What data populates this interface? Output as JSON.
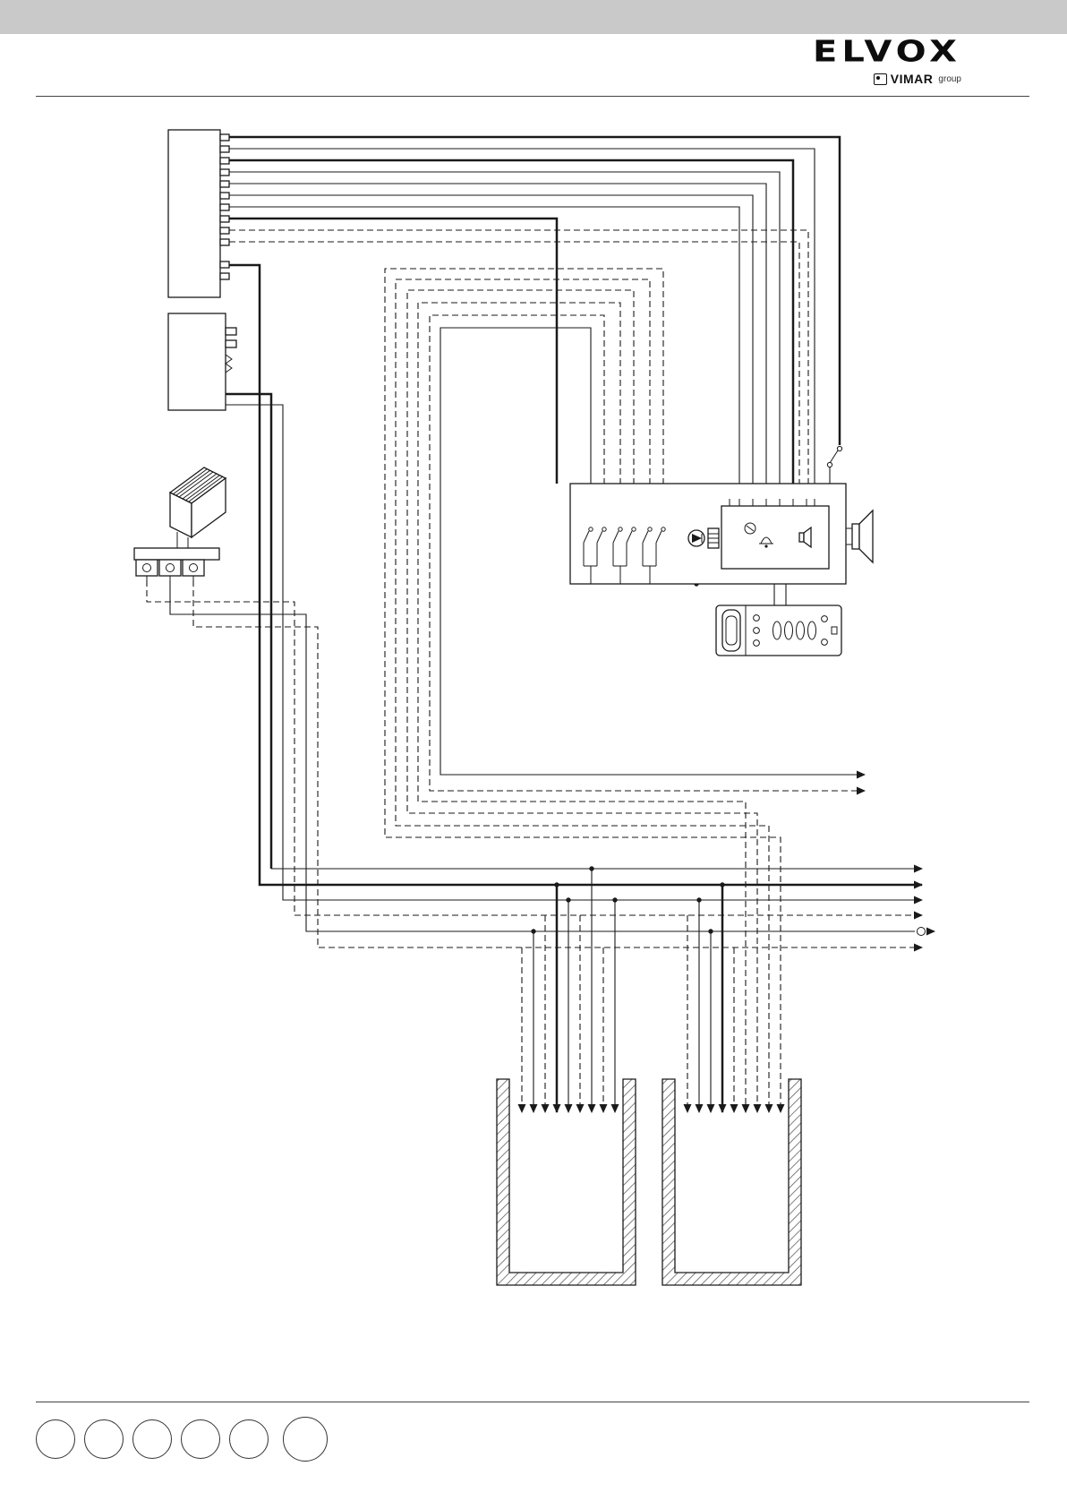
{
  "page": {
    "background": "#ffffff",
    "header_bar_color": "#c9c9c9",
    "line_color": "#1a1a1a"
  },
  "brand": {
    "logo_text": "ELVOX",
    "group_logo_text": "VIMAR",
    "group_suffix": "group"
  },
  "diagram": {
    "type": "wiring-diagram",
    "components": [
      "power-supply-unit",
      "auxiliary-power-unit",
      "relay-module-isometric",
      "terminal-strip",
      "entrance-panel",
      "call-button-switches",
      "led-indicator",
      "speaker-horn",
      "external-switch",
      "interphone-unit",
      "flush-mount-back-box-left",
      "flush-mount-back-box-right",
      "riser-continuation-arrows"
    ],
    "wire_styles": {
      "solid_thin": "#1a1a1a",
      "solid_thick": "#1a1a1a",
      "dashed": "#1a1a1a"
    }
  },
  "footer": {
    "certification_circle_count": 6
  }
}
